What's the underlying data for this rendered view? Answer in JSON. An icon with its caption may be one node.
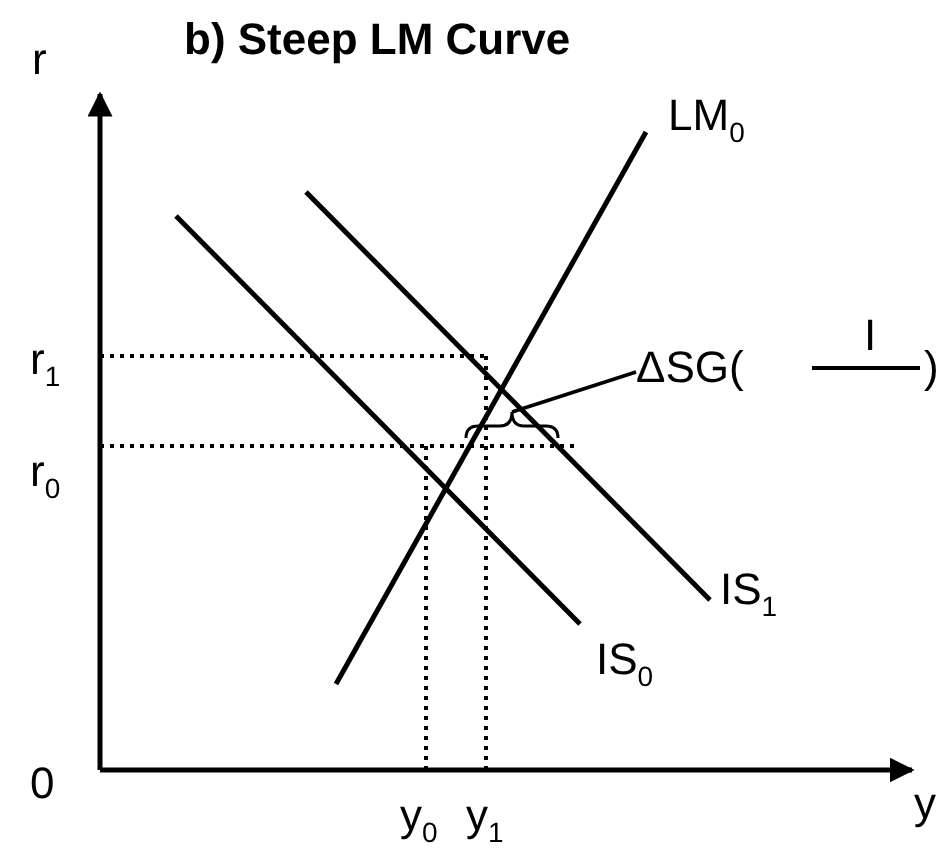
{
  "diagram": {
    "title": "b) Steep LM Curve",
    "nodes": [
      {
        "text": [
          "ΔSG(",
          "I",
          ")"
        ]
      },
      {
        "text": [],
        "shape": "brace"
      }
    ],
    "edges": [
      {
        "from": 0,
        "to": 1,
        "arrow": "none"
      }
    ],
    "labels": [
      "r",
      "LM$_{0}$",
      "r$_{1}$",
      "r$_{0}$",
      "IS$_{1}$",
      "IS$_{0}$",
      "0",
      "y$_{0}$",
      "y$_{1}$",
      "y"
    ]
  }
}
